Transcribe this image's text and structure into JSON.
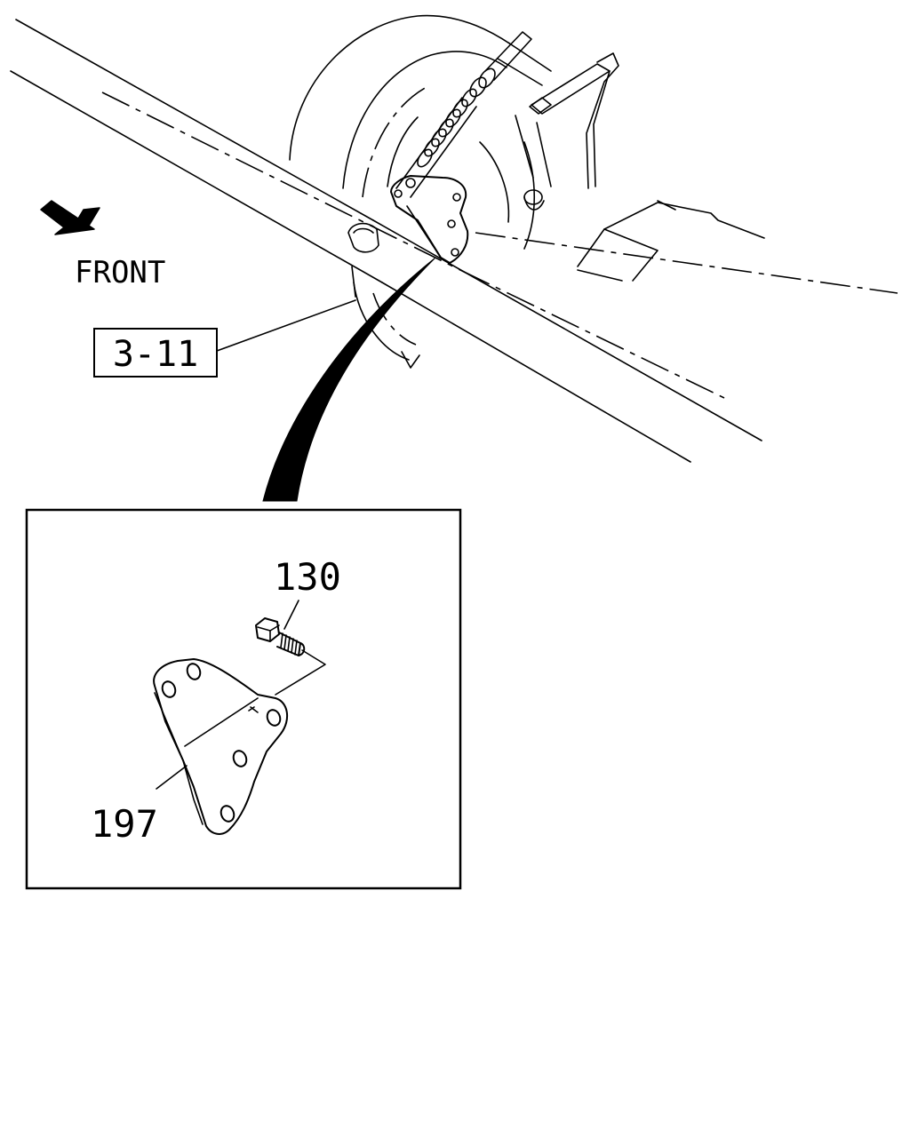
{
  "labels": {
    "front": "FRONT",
    "ref": "3-11",
    "part_130": "130",
    "part_197": "197"
  },
  "colors": {
    "line": "#000000",
    "background": "#ffffff"
  },
  "icons": {
    "front_arrow": "front-direction-arrow-icon"
  }
}
